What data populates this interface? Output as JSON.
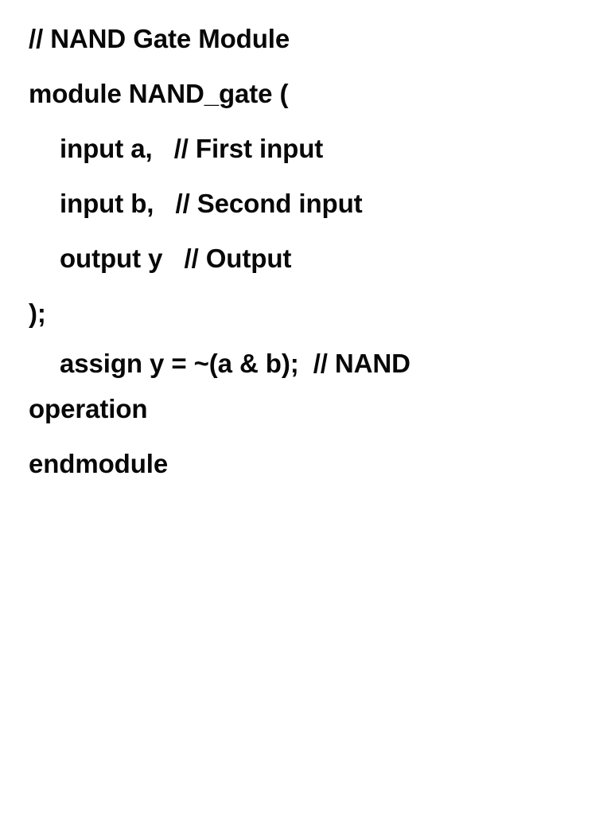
{
  "document": {
    "kind": "verilog-source-listing",
    "language": "Verilog",
    "background_color": "#ffffff",
    "text_color": "#080808",
    "lines": [
      {
        "id": "comment-header",
        "text": "// NAND Gate Module",
        "indent": 0
      },
      {
        "id": "module-declaration",
        "text": "module NAND_gate (",
        "indent": 0
      },
      {
        "id": "port-input-a",
        "text": "input a,   // First input",
        "indent": 1
      },
      {
        "id": "port-input-b",
        "text": "input b,   // Second input",
        "indent": 1
      },
      {
        "id": "port-output-y",
        "text": "output y   // Output",
        "indent": 1
      },
      {
        "id": "port-list-close",
        "text": ");",
        "indent": 0
      },
      {
        "id": "assign-statement",
        "text": "assign y = ~(a & b);  // NAND operation",
        "indent": 1
      },
      {
        "id": "endmodule-keyword",
        "text": "endmodule",
        "indent": 0
      }
    ]
  }
}
